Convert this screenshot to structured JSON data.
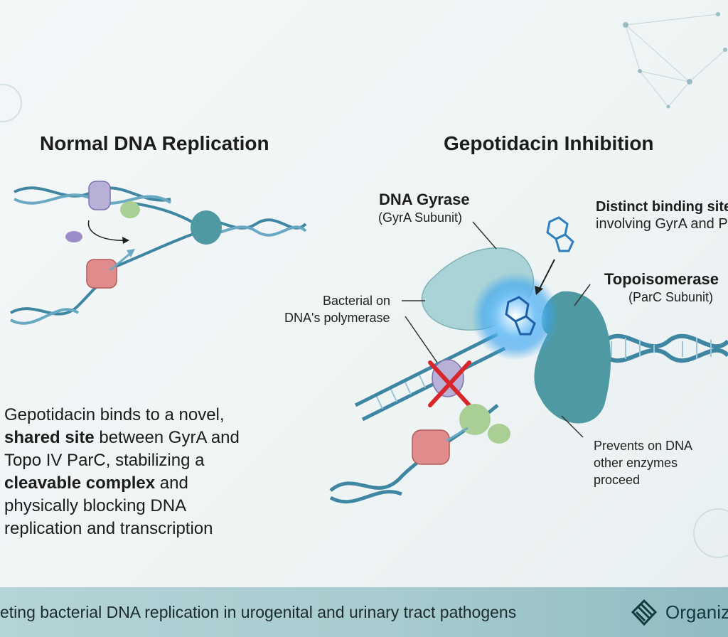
{
  "left_panel": {
    "title": "Normal DNA Replication",
    "description": {
      "line1": "Gepotidacin binds to a novel,",
      "line2_bold": "shared site",
      "line2_rest": " between GyrA and",
      "line3": "Topo IV ParC, stabilizing a",
      "line4_bold": "cleavable complex",
      "line4_rest": " and",
      "line5": "physically blocking DNA",
      "line6": "replication and transcription"
    }
  },
  "right_panel": {
    "title": "Gepotidacin Inhibition",
    "gyrase": {
      "name": "DNA Gyrase",
      "subunit": "(GyrA Subunit)"
    },
    "binding_site": {
      "line1": "Distinct binding site",
      "line2": "involving GyrA and P"
    },
    "topoisomerase": {
      "name": "Topoisomerase",
      "subunit": "(ParC Subunit)"
    },
    "polymerase_label": {
      "line1": "Bacterial on",
      "line2": "DNA's polymerase"
    },
    "prevents_label": {
      "line1": "Prevents on DNA",
      "line2": "other enzymes",
      "line3": "proceed"
    }
  },
  "footer": {
    "text": "eting bacterial DNA replication in urogenital and urinary tract pathogens",
    "logo_text": "Organiz"
  },
  "colors": {
    "dna_blue": "#3f86a3",
    "gyrase": "#a9d3d6",
    "topo": "#4f9aa2",
    "polymerase_purple": "#b9b0d8",
    "helicase_green": "#a9cf94",
    "primase_red": "#e08c8c",
    "block_red": "#d8262d",
    "glow": "#3aa4f0",
    "footer_bg": "#a7cbcf"
  },
  "icons": [
    "gepotidacin-molecule-icon",
    "block-x-icon",
    "organization-logo-icon"
  ]
}
